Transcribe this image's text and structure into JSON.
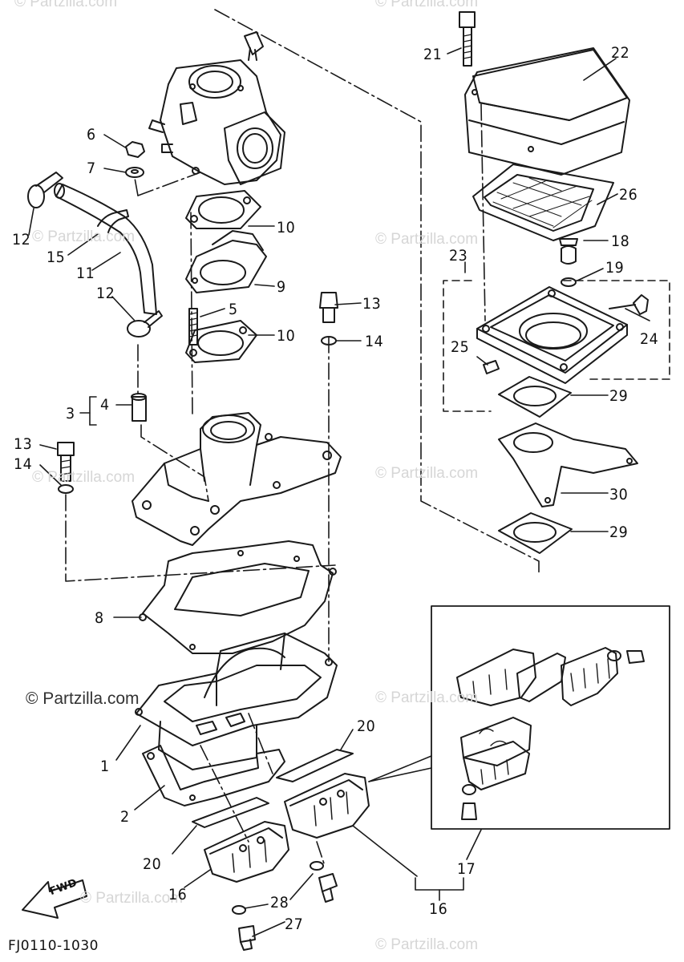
{
  "diagram": {
    "code": "FJ0110-1030",
    "fwd_label": "FWD",
    "watermark": "© Partzilla.com",
    "callouts": [
      "1",
      "2",
      "3",
      "4",
      "5",
      "6",
      "7",
      "8",
      "9",
      "10",
      "10",
      "11",
      "12",
      "12",
      "13",
      "13",
      "14",
      "14",
      "15",
      "16",
      "16",
      "17",
      "18",
      "19",
      "20",
      "20",
      "21",
      "22",
      "23",
      "24",
      "25",
      "26",
      "27",
      "28",
      "29",
      "29",
      "30"
    ],
    "colors": {
      "line": "#1a1a1a",
      "watermark": "#d6d6d6"
    }
  }
}
